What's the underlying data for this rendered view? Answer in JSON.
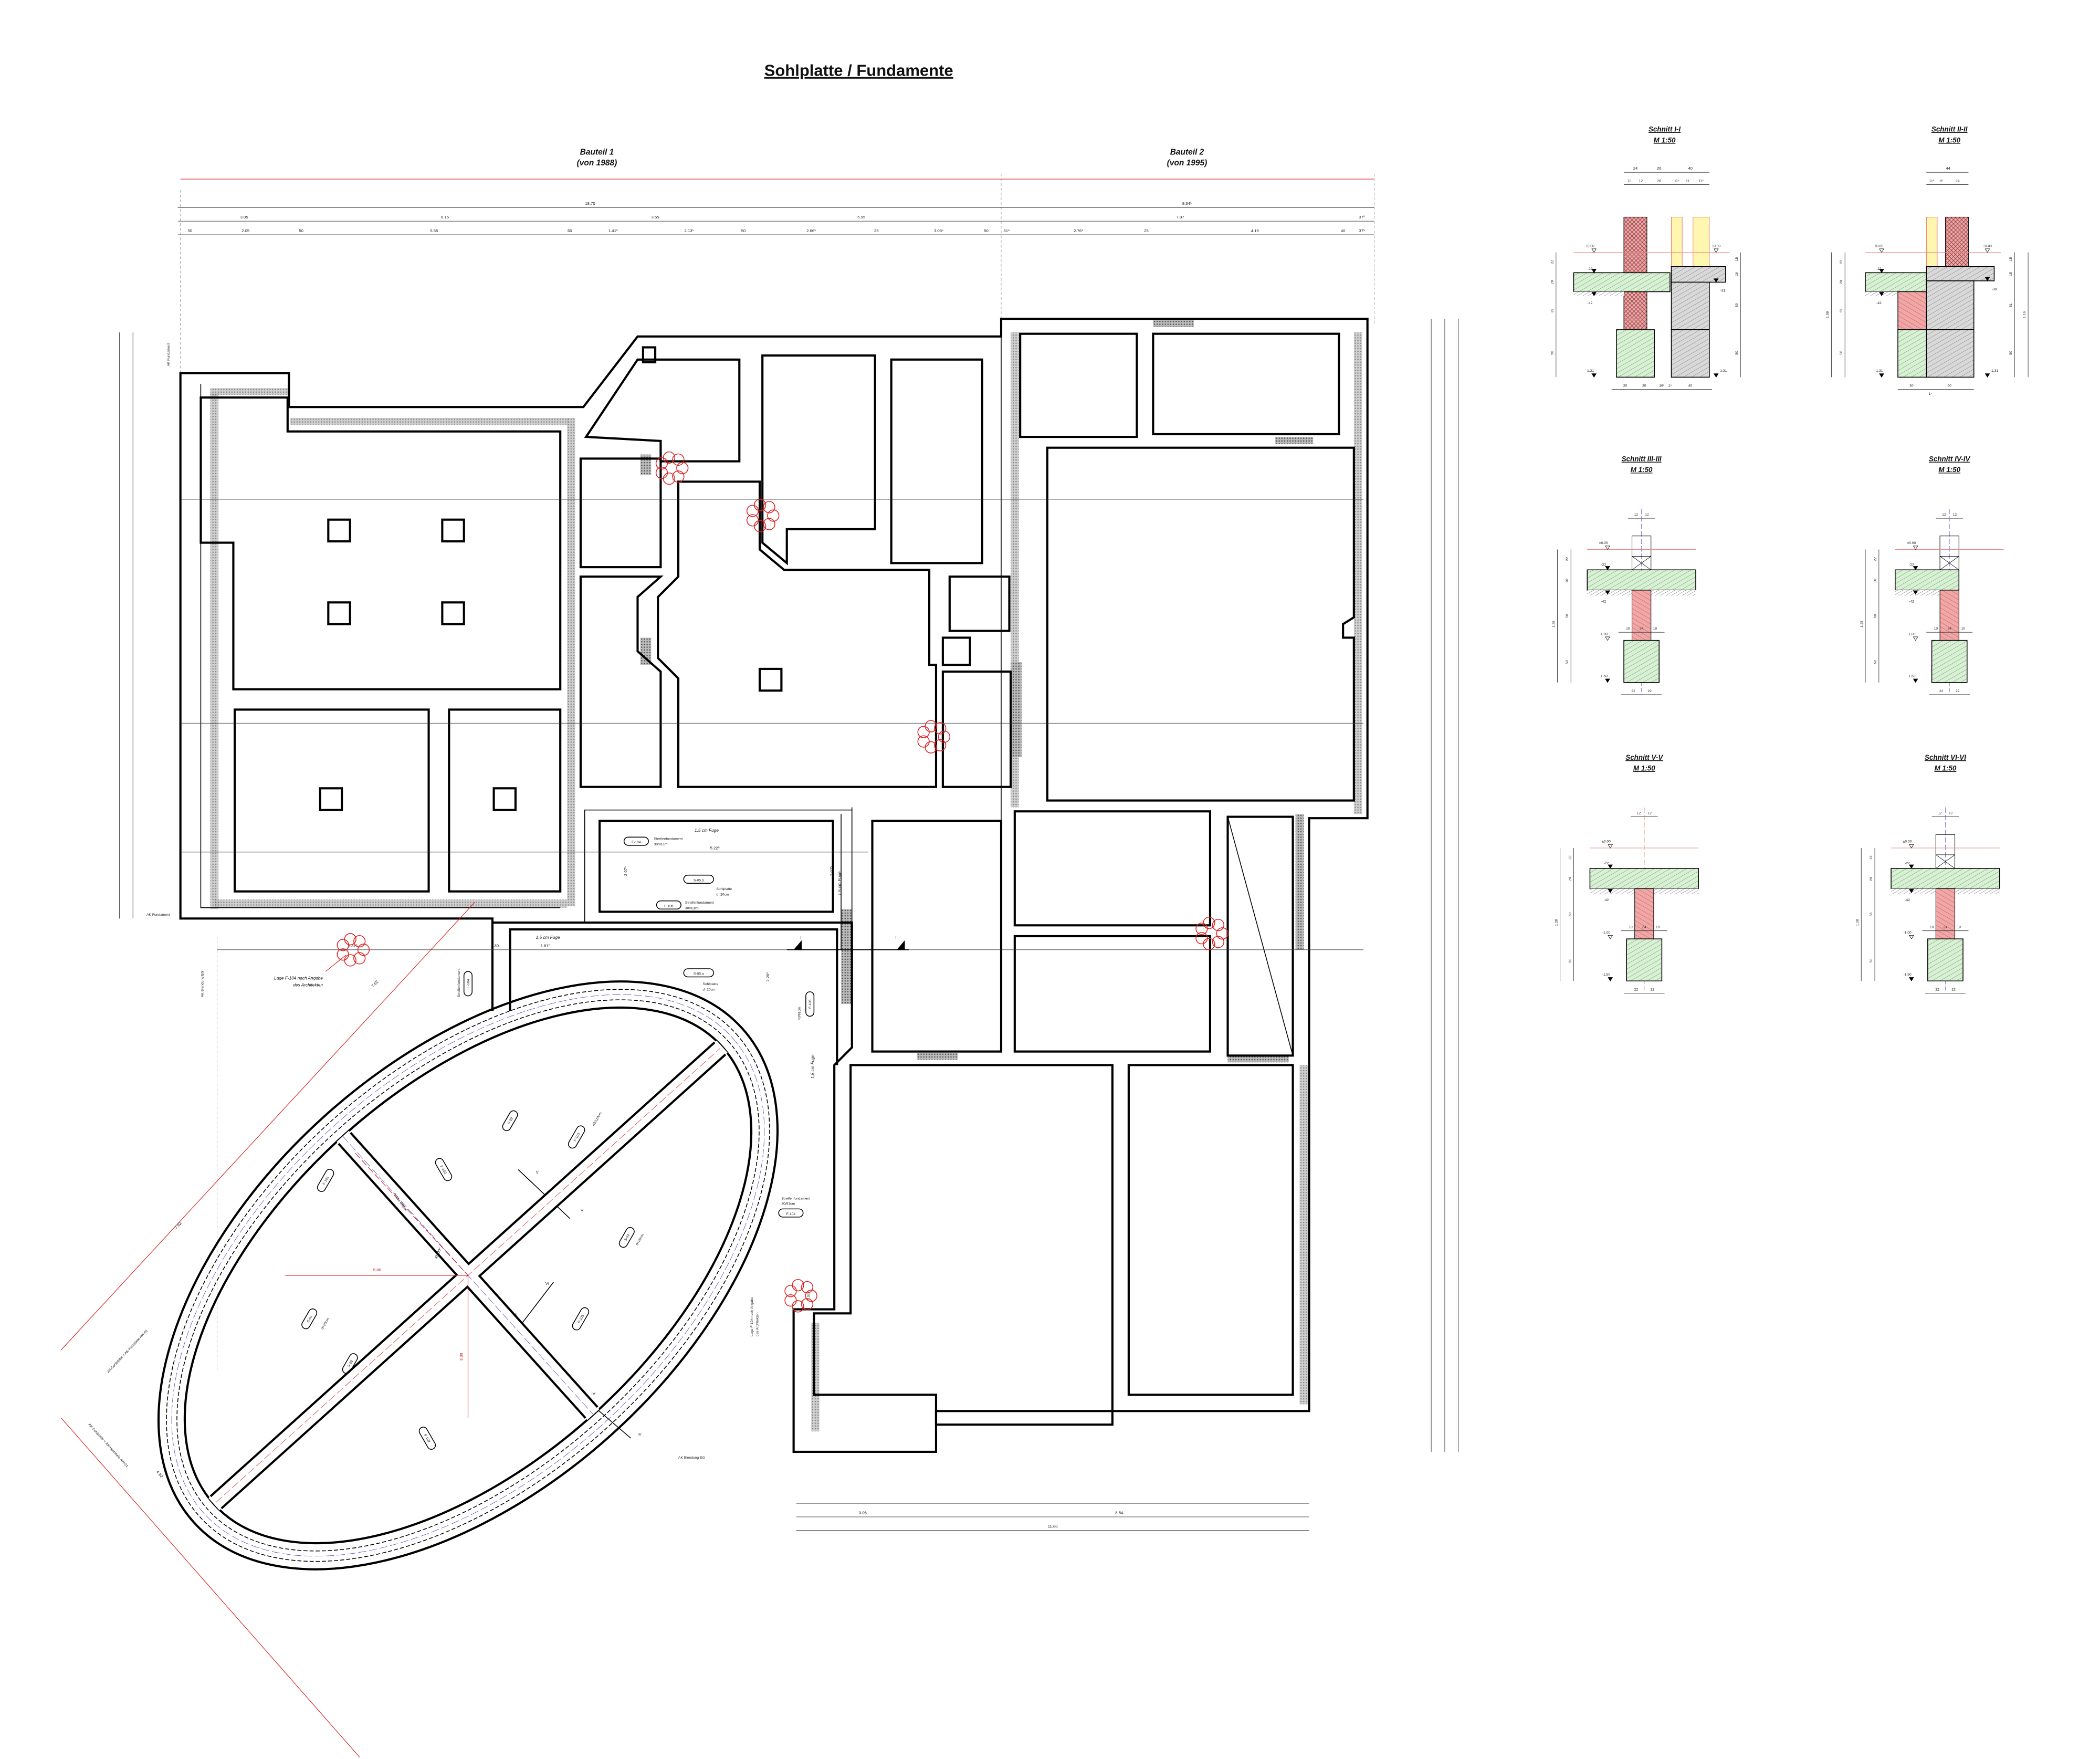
{
  "title": "Sohlplatte / Fundamente",
  "bauteil1": {
    "name": "Bauteil 1",
    "year": "(von 1988)"
  },
  "bauteil2": {
    "name": "Bauteil 2",
    "year": "(von 1995)"
  },
  "dims_top": {
    "total1": "18.70",
    "row2": [
      "3.05",
      "6.15",
      "3.55",
      "5.95"
    ],
    "row3": [
      "50",
      "2.05",
      "50",
      "5.55",
      "60",
      "1.41⁵",
      "2.13⁵",
      "50",
      "2.66⁵",
      "25",
      "3.03⁵",
      "50",
      "31⁵"
    ],
    "total2": "8.34⁵",
    "row2b": [
      "7.97",
      "37⁵"
    ],
    "row3b": [
      "2.76⁵",
      "25",
      "4.19",
      "40",
      "37⁵"
    ]
  },
  "dims_bottom": {
    "row2": [
      "3.06",
      "8.54"
    ],
    "total": "11.60"
  },
  "plan": {
    "ak_fundament": "AK Fundament",
    "ak_blendung": "AK Blendung EG",
    "dim_631": "6.31⁵",
    "dim_181": "1.81⁵",
    "dim_522": "5.22⁵",
    "dim_207": "2.07⁵",
    "dim_226": "2.26⁵",
    "dim_158": "1.58¹",
    "dim_30": "30",
    "lage_note_1": "Lage F-104 nach Angabe",
    "lage_note_2": "des Architekten",
    "fuge": "1,5 cm Fuge",
    "streifen": "Streifenfundament",
    "streifen_30": "30/91cm",
    "streifen_40_91": "40/91cm",
    "streifen_40_110": "40/110cm",
    "sohlplatte": "Sohlplatte",
    "sohlplatte_d": "d=20cm",
    "achse": "Achse Ellipse",
    "angle": "45.00°",
    "dim_580": "5.80",
    "dim_380": "3.80",
    "dim_762": "7.62",
    "dim_462": "4.62",
    "ak_sohlplatte": "AK-Sohlplatte = AK-Holzstiele AW-01",
    "cut_I": "I",
    "cut_IV": "IV",
    "cut_V": "V",
    "cut_VI": "VI"
  },
  "tags": {
    "f101": "F-101",
    "f102": "F-102",
    "f103": "F-103",
    "f104": "F-104",
    "f105": "F-105",
    "f106": "F-106",
    "s01": "S-01",
    "s02": "S-02",
    "s03": "S-03",
    "s04": "S-04",
    "s05a": "S-05.a",
    "s05b": "S-05.b"
  },
  "colors": {
    "concrete_new": "#d6f2d2",
    "masonry": "#f2a6a6",
    "existing": "#d9d9d9",
    "insulation": "#fff6b0",
    "revision": "#dd2222"
  },
  "sections": [
    {
      "title": "Schnitt I-I",
      "scale": "M 1:50",
      "dims_top1": [
        "24",
        "26",
        "40"
      ],
      "dims_top2": [
        "12",
        "12",
        "26",
        "11⁵",
        "11",
        "11⁵"
      ],
      "levels": [
        "±0.00",
        "±0.00",
        "-22",
        "-42",
        "-31",
        "-1.31",
        "-1.31"
      ],
      "dims_left": [
        "22",
        "20",
        "39",
        "50"
      ],
      "dims_right": [
        "15",
        "16",
        "50",
        "50"
      ],
      "dims_bottom": [
        "20",
        "20",
        "16⁵",
        "1⁵",
        "40"
      ]
    },
    {
      "title": "Schnitt II-II",
      "scale": "M 1:50",
      "dims_top1": [
        "44"
      ],
      "dims_top2": [
        "11⁵",
        "8⁵",
        "24"
      ],
      "levels": [
        "±0.00",
        "±0.00",
        "-22",
        "-42",
        "-30",
        "-1.31",
        "-1.31"
      ],
      "dims_left": [
        "1.09",
        "22",
        "20",
        "39",
        "50"
      ],
      "dims_right": [
        "15",
        "15",
        "51",
        "50",
        "1.16"
      ],
      "dims_bottom": [
        "30",
        "50",
        "1⁵"
      ]
    },
    {
      "title": "Schnitt III-III",
      "scale": "M 1:50",
      "dims_top": [
        "12",
        "12"
      ],
      "levels": [
        "±0.00",
        "-22",
        "-42",
        "-1.00",
        "-1.50"
      ],
      "dims_left": [
        "22",
        "20",
        "58",
        "50"
      ],
      "dims_total": "1.28",
      "dims_mid": [
        "10",
        "24",
        "10"
      ],
      "dims_bottom": [
        "22",
        "22"
      ]
    },
    {
      "title": "Schnitt IV-IV",
      "scale": "M 1:50",
      "dims_top": [
        "12",
        "12"
      ],
      "levels": [
        "±0.00",
        "-22",
        "-42",
        "-1.00",
        "-1.50"
      ],
      "dims_left": [
        "22",
        "20",
        "58",
        "50"
      ],
      "dims_total": "1.28",
      "dims_mid": [
        "10",
        "24",
        "10"
      ],
      "dims_bottom": [
        "22",
        "22"
      ]
    },
    {
      "title": "Schnitt V-V",
      "scale": "M 1:50",
      "dims_top": [
        "12",
        "12"
      ],
      "levels": [
        "±0.00",
        "-22",
        "-42",
        "-1.00",
        "-1.50"
      ],
      "dims_left": [
        "22",
        "20",
        "58",
        "50"
      ],
      "dims_total": "1.28",
      "dims_mid": [
        "10",
        "24",
        "10"
      ],
      "dims_bottom": [
        "22",
        "22"
      ]
    },
    {
      "title": "Schnitt VI-VI",
      "scale": "M 1:50",
      "dims_top": [
        "12",
        "12"
      ],
      "levels": [
        "±0.00",
        "-22",
        "-42",
        "-1.00",
        "-1.50"
      ],
      "dims_left": [
        "22",
        "20",
        "58",
        "50"
      ],
      "dims_total": "1.28",
      "dims_mid": [
        "10",
        "24",
        "10"
      ],
      "dims_bottom": [
        "22",
        "22"
      ]
    }
  ]
}
